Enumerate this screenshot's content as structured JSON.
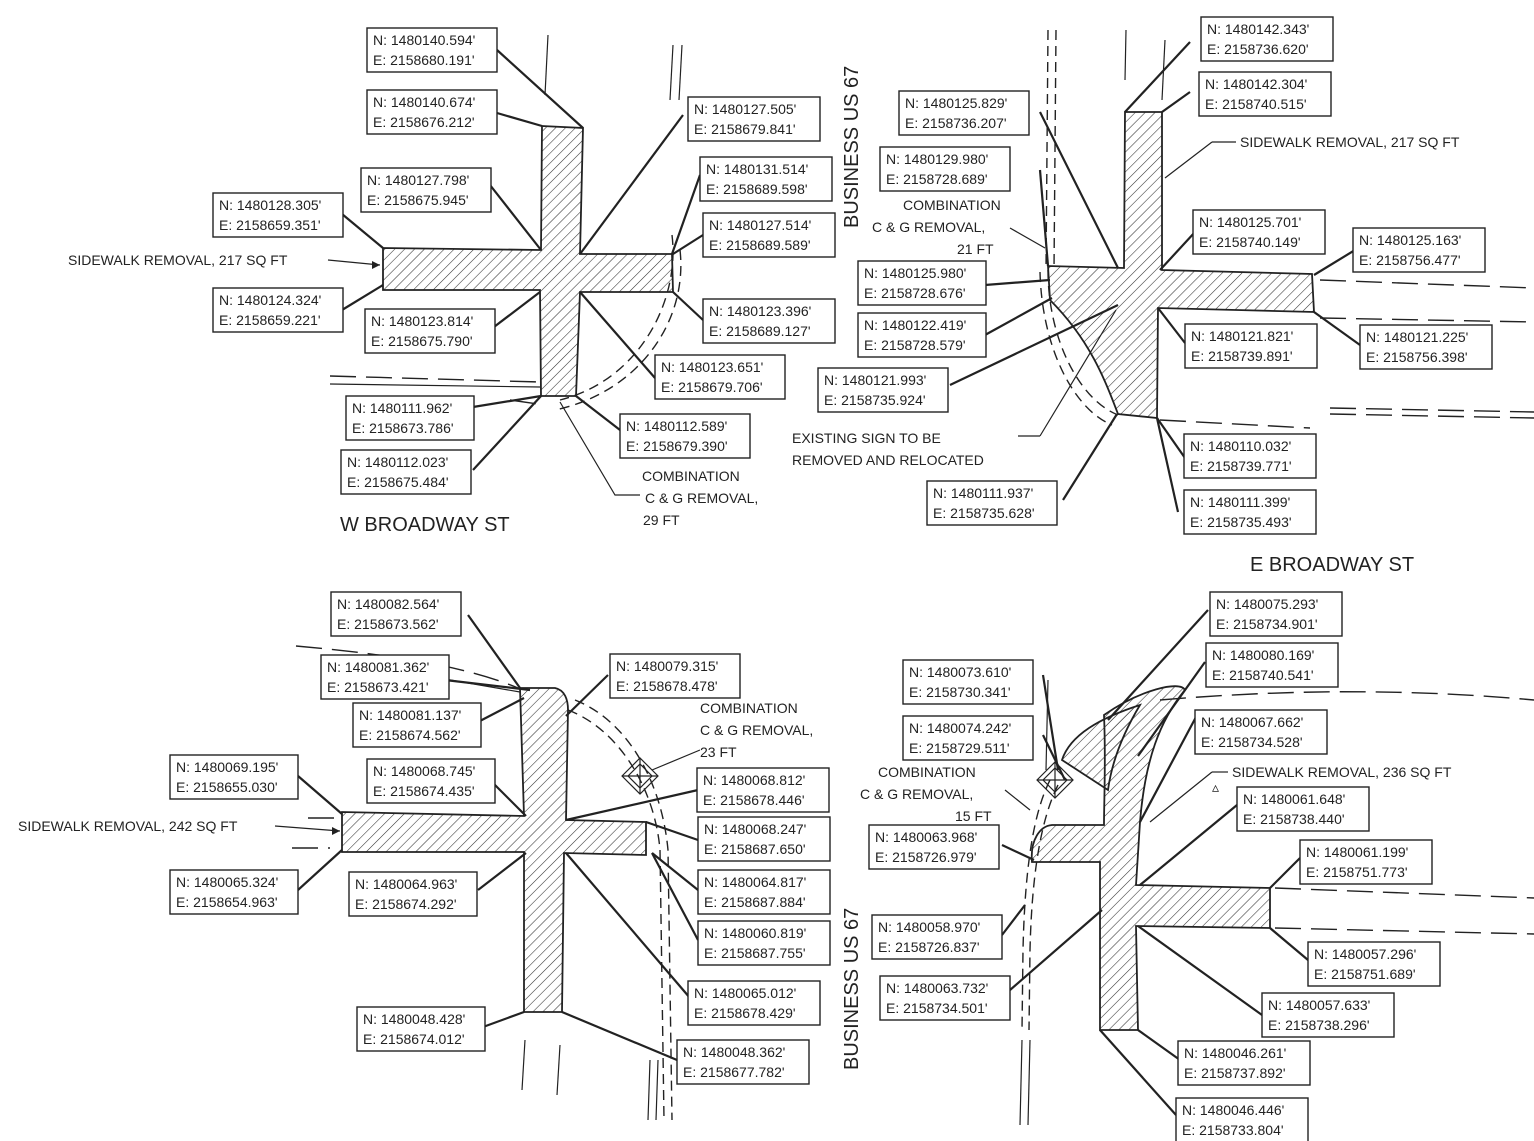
{
  "streets": {
    "w_broadway": "W BROADWAY ST",
    "e_broadway": "E BROADWAY ST",
    "business_us67_top": "BUSINESS US 67",
    "business_us67_bottom": "BUSINESS US 67"
  },
  "notes": {
    "sidewalk_217_nw": "SIDEWALK REMOVAL, 217 SQ FT",
    "sidewalk_217_ne": "SIDEWALK REMOVAL, 217 SQ FT",
    "sidewalk_242_sw": "SIDEWALK REMOVAL, 242 SQ FT",
    "sidewalk_236_se": "SIDEWALK REMOVAL, 236 SQ FT",
    "cg_29": [
      "COMBINATION",
      "C & G REMOVAL,",
      "29 FT"
    ],
    "cg_21": [
      "COMBINATION",
      "C & G REMOVAL,",
      "21 FT"
    ],
    "cg_23": [
      "COMBINATION",
      "C & G REMOVAL,",
      "23 FT"
    ],
    "cg_15": [
      "COMBINATION",
      "C & G REMOVAL,",
      "15 FT"
    ],
    "sign": [
      "EXISTING SIGN TO BE",
      "REMOVED AND RELOCATED"
    ]
  },
  "coords": [
    {
      "n": "N: 1480140.594'",
      "e": "E: 2158680.191'"
    },
    {
      "n": "N: 1480140.674'",
      "e": "E: 2158676.212'"
    },
    {
      "n": "N: 1480127.505'",
      "e": "E: 2158679.841'"
    },
    {
      "n": "N: 1480131.514'",
      "e": "E: 2158689.598'"
    },
    {
      "n": "N: 1480127.798'",
      "e": "E: 2158675.945'"
    },
    {
      "n": "N: 1480128.305'",
      "e": "E: 2158659.351'"
    },
    {
      "n": "N: 1480127.514'",
      "e": "E: 2158689.589'"
    },
    {
      "n": "N: 1480124.324'",
      "e": "E: 2158659.221'"
    },
    {
      "n": "N: 1480123.814'",
      "e": "E: 2158675.790'"
    },
    {
      "n": "N: 1480123.396'",
      "e": "E: 2158689.127'"
    },
    {
      "n": "N: 1480123.651'",
      "e": "E: 2158679.706'"
    },
    {
      "n": "N: 1480111.962'",
      "e": "E: 2158673.786'"
    },
    {
      "n": "N: 1480112.589'",
      "e": "E: 2158679.390'"
    },
    {
      "n": "N: 1480112.023'",
      "e": "E: 2158675.484'"
    },
    {
      "n": "N: 1480142.343'",
      "e": "E: 2158736.620'"
    },
    {
      "n": "N: 1480142.304'",
      "e": "E: 2158740.515'"
    },
    {
      "n": "N: 1480125.829'",
      "e": "E: 2158736.207'"
    },
    {
      "n": "N: 1480129.980'",
      "e": "E: 2158728.689'"
    },
    {
      "n": "N: 1480125.701'",
      "e": "E: 2158740.149'"
    },
    {
      "n": "N: 1480125.163'",
      "e": "E: 2158756.477'"
    },
    {
      "n": "N: 1480125.980'",
      "e": "E: 2158728.676'"
    },
    {
      "n": "N: 1480122.419'",
      "e": "E: 2158728.579'"
    },
    {
      "n": "N: 1480121.821'",
      "e": "E: 2158739.891'"
    },
    {
      "n": "N: 1480121.225'",
      "e": "E: 2158756.398'"
    },
    {
      "n": "N: 1480121.993'",
      "e": "E: 2158735.924'"
    },
    {
      "n": "N: 1480110.032'",
      "e": "E: 2158739.771'"
    },
    {
      "n": "N: 1480111.937'",
      "e": "E: 2158735.628'"
    },
    {
      "n": "N: 1480111.399'",
      "e": "E: 2158735.493'"
    },
    {
      "n": "N: 1480082.564'",
      "e": "E: 2158673.562'"
    },
    {
      "n": "N: 1480081.362'",
      "e": "E: 2158673.421'"
    },
    {
      "n": "N: 1480079.315'",
      "e": "E: 2158678.478'"
    },
    {
      "n": "N: 1480081.137'",
      "e": "E: 2158674.562'"
    },
    {
      "n": "N: 1480069.195'",
      "e": "E: 2158655.030'"
    },
    {
      "n": "N: 1480068.745'",
      "e": "E: 2158674.435'"
    },
    {
      "n": "N: 1480068.812'",
      "e": "E: 2158678.446'"
    },
    {
      "n": "N: 1480068.247'",
      "e": "E: 2158687.650'"
    },
    {
      "n": "N: 1480065.324'",
      "e": "E: 2158654.963'"
    },
    {
      "n": "N: 1480064.963'",
      "e": "E: 2158674.292'"
    },
    {
      "n": "N: 1480064.817'",
      "e": "E: 2158687.884'"
    },
    {
      "n": "N: 1480060.819'",
      "e": "E: 2158687.755'"
    },
    {
      "n": "N: 1480065.012'",
      "e": "E: 2158678.429'"
    },
    {
      "n": "N: 1480048.428'",
      "e": "E: 2158674.012'"
    },
    {
      "n": "N: 1480048.362'",
      "e": "E: 2158677.782'"
    },
    {
      "n": "N: 1480075.293'",
      "e": "E: 2158734.901'"
    },
    {
      "n": "N: 1480080.169'",
      "e": "E: 2158740.541'"
    },
    {
      "n": "N: 1480073.610'",
      "e": "E: 2158730.341'"
    },
    {
      "n": "N: 1480067.662'",
      "e": "E: 2158734.528'"
    },
    {
      "n": "N: 1480074.242'",
      "e": "E: 2158729.511'"
    },
    {
      "n": "N: 1480061.648'",
      "e": "E: 2158738.440'"
    },
    {
      "n": "N: 1480061.199'",
      "e": "E: 2158751.773'"
    },
    {
      "n": "N: 1480063.968'",
      "e": "E: 2158726.979'"
    },
    {
      "n": "N: 1480058.970'",
      "e": "E: 2158726.837'"
    },
    {
      "n": "N: 1480057.296'",
      "e": "E: 2158751.689'"
    },
    {
      "n": "N: 1480063.732'",
      "e": "E: 2158734.501'"
    },
    {
      "n": "N: 1480057.633'",
      "e": "E: 2158738.296'"
    },
    {
      "n": "N: 1480046.261'",
      "e": "E: 2158737.892'"
    },
    {
      "n": "N: 1480046.446'",
      "e": "E: 2158733.804'"
    }
  ]
}
